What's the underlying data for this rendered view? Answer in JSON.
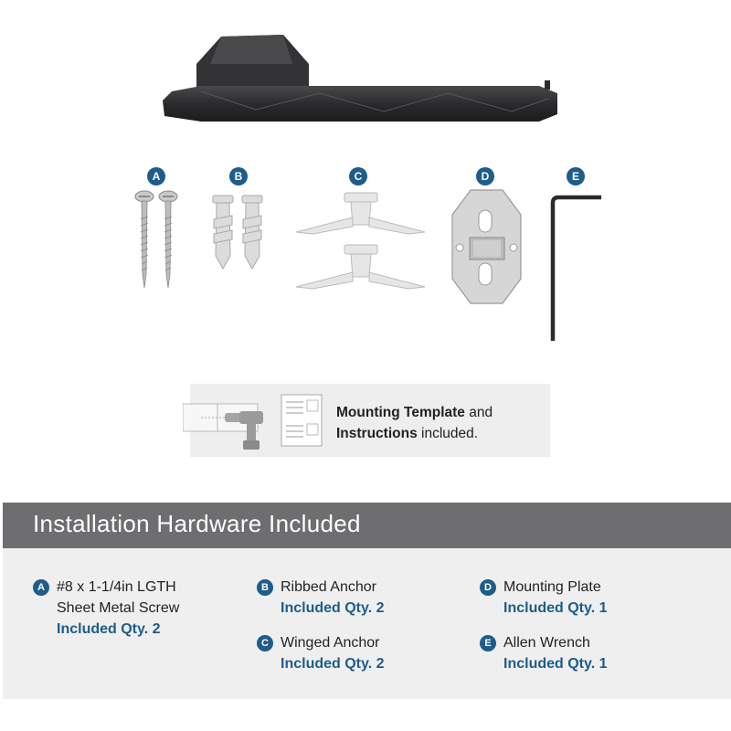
{
  "parts": [
    {
      "letter": "A"
    },
    {
      "letter": "B"
    },
    {
      "letter": "C"
    },
    {
      "letter": "D"
    },
    {
      "letter": "E"
    }
  ],
  "callout": {
    "line1_bold": "Mounting Template",
    "line1_rest": " and",
    "line2_bold": "Instructions",
    "line2_rest": " included."
  },
  "header": {
    "title": "Installation Hardware Included"
  },
  "hardware": [
    {
      "letter": "A",
      "name_line1": "#8 x 1-1/4in LGTH",
      "name_line2": "Sheet Metal Screw",
      "qty": "Included Qty. 2"
    },
    {
      "letter": "B",
      "name_line1": "Ribbed Anchor",
      "qty": "Included Qty. 2"
    },
    {
      "letter": "C",
      "name_line1": "Winged Anchor",
      "qty": "Included Qty. 2"
    },
    {
      "letter": "D",
      "name_line1": "Mounting Plate",
      "qty": "Included Qty. 1"
    },
    {
      "letter": "E",
      "name_line1": "Allen Wrench",
      "qty": "Included Qty. 1"
    }
  ],
  "colors": {
    "accent": "#1f5c8a",
    "header_bg": "#6e6e70",
    "panel_bg": "#efefef",
    "product_black": "#2b2b2d"
  }
}
